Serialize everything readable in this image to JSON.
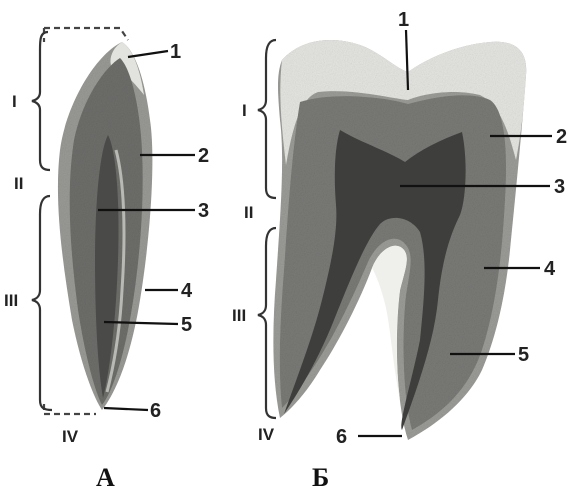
{
  "figure": {
    "panels": [
      {
        "id": "A",
        "label": "А",
        "numbers": [
          "1",
          "2",
          "3",
          "4",
          "5",
          "6"
        ],
        "zones": [
          "I",
          "II",
          "III",
          "IV"
        ]
      },
      {
        "id": "B",
        "label": "Б",
        "numbers": [
          "1",
          "2",
          "3",
          "4",
          "5",
          "6"
        ],
        "zones": [
          "I",
          "II",
          "III",
          "IV"
        ]
      }
    ],
    "colors": {
      "enamel": "#e6e6e2",
      "dentin": "#8f8f8c",
      "pulp": "#3b3b3a",
      "cementum": "#a9a9a6",
      "line": "#111111"
    }
  }
}
